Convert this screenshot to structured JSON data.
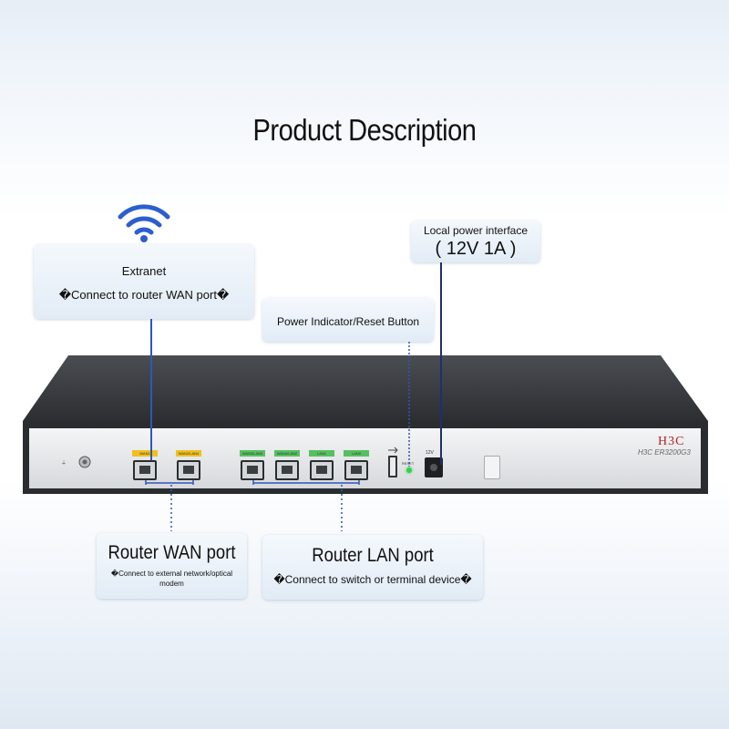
{
  "header": {
    "title": "Product Description"
  },
  "callouts": {
    "extranet": {
      "title": "Extranet",
      "subtitle": "�Connect to router WAN port�"
    },
    "power_interface": {
      "title": "Local power interface",
      "subtitle": "( 12V 1A )"
    },
    "power_indicator": {
      "title": "Power Indicator/Reset Button"
    },
    "wan_port": {
      "title": "Router WAN port",
      "subtitle": "�Connect to external network/optical modem"
    },
    "lan_port": {
      "title": "Router LAN port",
      "subtitle": "�Connect to switch or terminal device�"
    }
  },
  "router": {
    "brand": "H3C",
    "model": "H3C ER3200G3",
    "ports": [
      {
        "label": "WAN1",
        "color": "#f0c020"
      },
      {
        "label": "WAN2/LAN4",
        "color": "#f0c020"
      },
      {
        "label": "WAN3/LAN3",
        "color": "#56c060"
      },
      {
        "label": "WAN4/LAN2",
        "color": "#56c060"
      },
      {
        "label": "LAN1",
        "color": "#56c060"
      },
      {
        "label": "LAN0",
        "color": "#56c060"
      }
    ],
    "reset_label": "RESET",
    "power_label": "12V"
  },
  "icons": [
    "wifi-icon",
    "usb-icon",
    "ground-screw-icon",
    "power-led-icon"
  ],
  "colors": {
    "connector_line": "#2f56b8",
    "brand": "#b22222"
  }
}
